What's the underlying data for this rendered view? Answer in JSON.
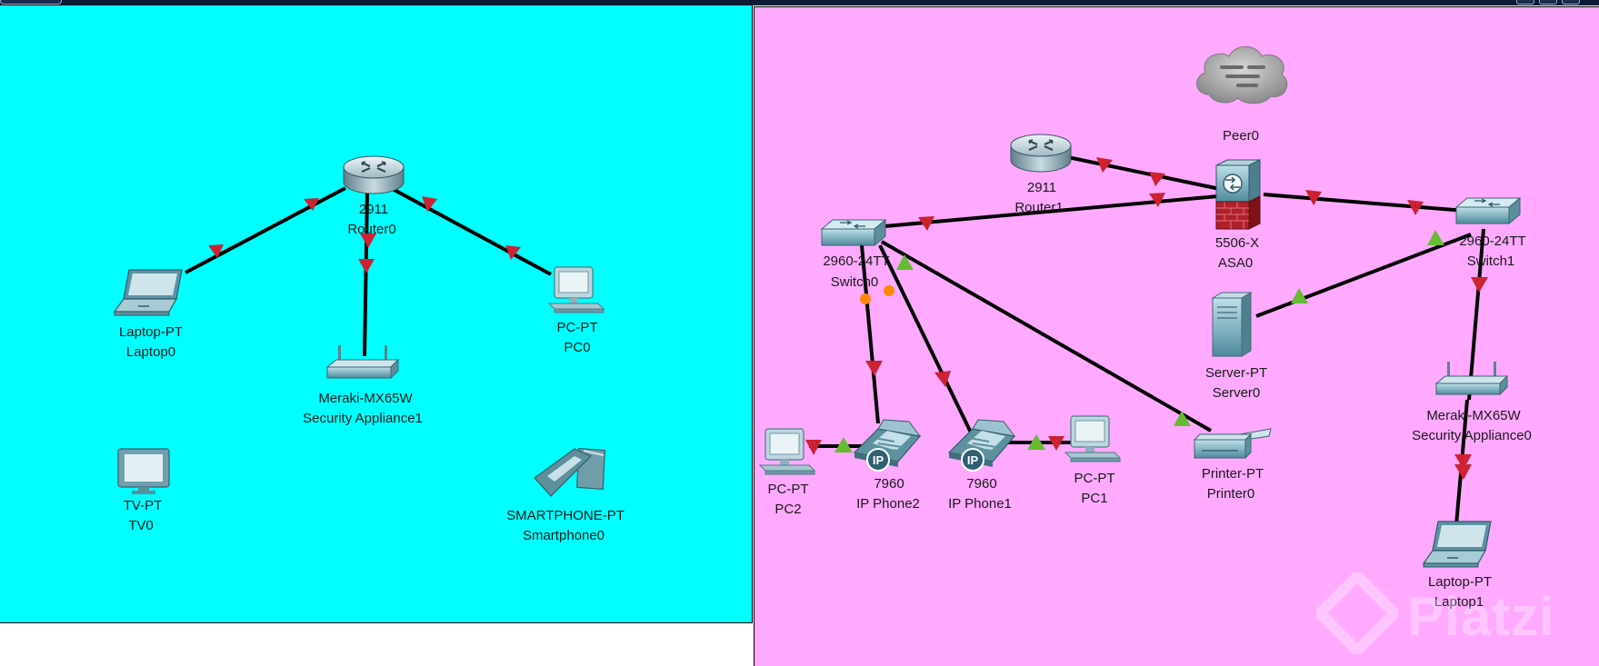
{
  "colors": {
    "left_zone": "#00ffff",
    "right_zone": "#ffaaff",
    "link": "#000000",
    "link_down": "#cc2233",
    "link_up": "#66bb33",
    "link_pending": "#ff8800"
  },
  "left_zone": {
    "devices": [
      {
        "icon": "router-icon",
        "model": "2911",
        "name": "Router0"
      },
      {
        "icon": "laptop-icon",
        "model": "Laptop-PT",
        "name": "Laptop0"
      },
      {
        "icon": "security-appliance-icon",
        "model": "Meraki-MX65W",
        "name": "Security Appliance1"
      },
      {
        "icon": "pc-icon",
        "model": "PC-PT",
        "name": "PC0"
      },
      {
        "icon": "tv-icon",
        "model": "TV-PT",
        "name": "TV0"
      },
      {
        "icon": "smartphone-icon",
        "model": "SMARTPHONE-PT",
        "name": "Smartphone0"
      }
    ]
  },
  "right_zone": {
    "devices": [
      {
        "icon": "cloud-icon",
        "model": "",
        "name": "Peer0"
      },
      {
        "icon": "router-icon",
        "model": "2911",
        "name": "Router1"
      },
      {
        "icon": "firewall-icon",
        "model": "5506-X",
        "name": "ASA0"
      },
      {
        "icon": "switch-icon",
        "model": "2960-24TT",
        "name": "Switch0"
      },
      {
        "icon": "switch-icon",
        "model": "2960-24TT",
        "name": "Switch1"
      },
      {
        "icon": "server-icon",
        "model": "Server-PT",
        "name": "Server0"
      },
      {
        "icon": "security-appliance-icon",
        "model": "Meraki-MX65W",
        "name": "Security Appliance0"
      },
      {
        "icon": "pc-icon",
        "model": "PC-PT",
        "name": "PC2"
      },
      {
        "icon": "ip-phone-icon",
        "model": "7960",
        "name": "IP Phone2"
      },
      {
        "icon": "ip-phone-icon",
        "model": "7960",
        "name": "IP Phone1"
      },
      {
        "icon": "pc-icon",
        "model": "PC-PT",
        "name": "PC1"
      },
      {
        "icon": "printer-icon",
        "model": "Printer-PT",
        "name": "Printer0"
      },
      {
        "icon": "laptop-icon",
        "model": "Laptop-PT",
        "name": "Laptop1"
      }
    ]
  },
  "links": [
    {
      "from": "Router0",
      "to": "Laptop0",
      "status": "down"
    },
    {
      "from": "Router0",
      "to": "Security Appliance1",
      "status": "down"
    },
    {
      "from": "Router0",
      "to": "PC0",
      "status": "down"
    },
    {
      "from": "Router1",
      "to": "ASA0",
      "status": "down"
    },
    {
      "from": "Switch0",
      "to": "ASA0",
      "status": "down"
    },
    {
      "from": "ASA0",
      "to": "Switch1",
      "status": "down"
    },
    {
      "from": "Switch1",
      "to": "Server0",
      "status": "up"
    },
    {
      "from": "Switch1",
      "to": "Security Appliance0",
      "status": "down"
    },
    {
      "from": "Security Appliance0",
      "to": "Laptop1",
      "status": "down"
    },
    {
      "from": "Switch0",
      "to": "IP Phone2",
      "status": "down"
    },
    {
      "from": "Switch0",
      "to": "IP Phone1",
      "status": "down"
    },
    {
      "from": "Switch0",
      "to": "Printer0",
      "status": "up"
    },
    {
      "from": "IP Phone2",
      "to": "PC2",
      "status": "down"
    },
    {
      "from": "IP Phone1",
      "to": "PC1",
      "status": "down"
    }
  ],
  "watermark": "Platzi"
}
